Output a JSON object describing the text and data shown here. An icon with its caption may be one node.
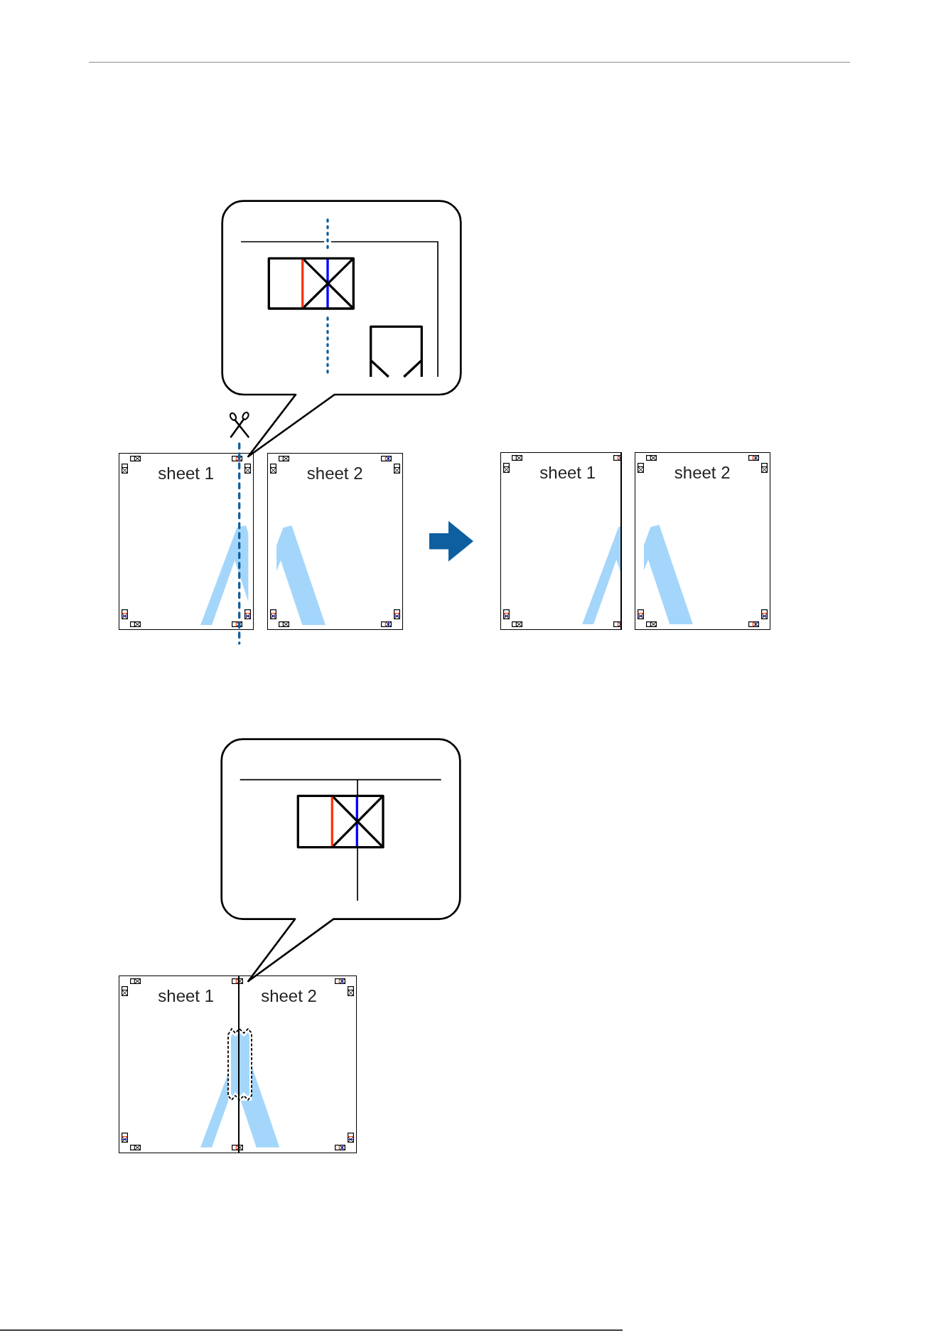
{
  "diagram": {
    "nodes": [
      {
        "text": [],
        "shape": "callout"
      },
      {
        "text": [
          "sheet 1"
        ]
      },
      {
        "text": [],
        "shape": "band",
        "in": 1
      },
      {
        "text": [
          "sheet 2"
        ]
      },
      {
        "text": [],
        "shape": "band",
        "in": 3
      },
      {
        "text": [
          "sheet 1"
        ]
      },
      {
        "text": [],
        "shape": "band",
        "in": 5
      },
      {
        "text": [
          "sheet 2"
        ]
      },
      {
        "text": [],
        "shape": "band",
        "in": 7
      },
      {
        "text": [],
        "shape": "callout"
      },
      {
        "text": [
          "sheet 1"
        ]
      },
      {
        "text": [],
        "shape": "band",
        "in": 10
      },
      {
        "text": [
          "sheet 2"
        ]
      },
      {
        "text": [],
        "shape": "band",
        "in": 12
      }
    ],
    "edges": [
      {
        "from": 3,
        "to": 5,
        "arrow": "to",
        "style": "thick",
        "color": "#0d5fa0"
      }
    ]
  }
}
